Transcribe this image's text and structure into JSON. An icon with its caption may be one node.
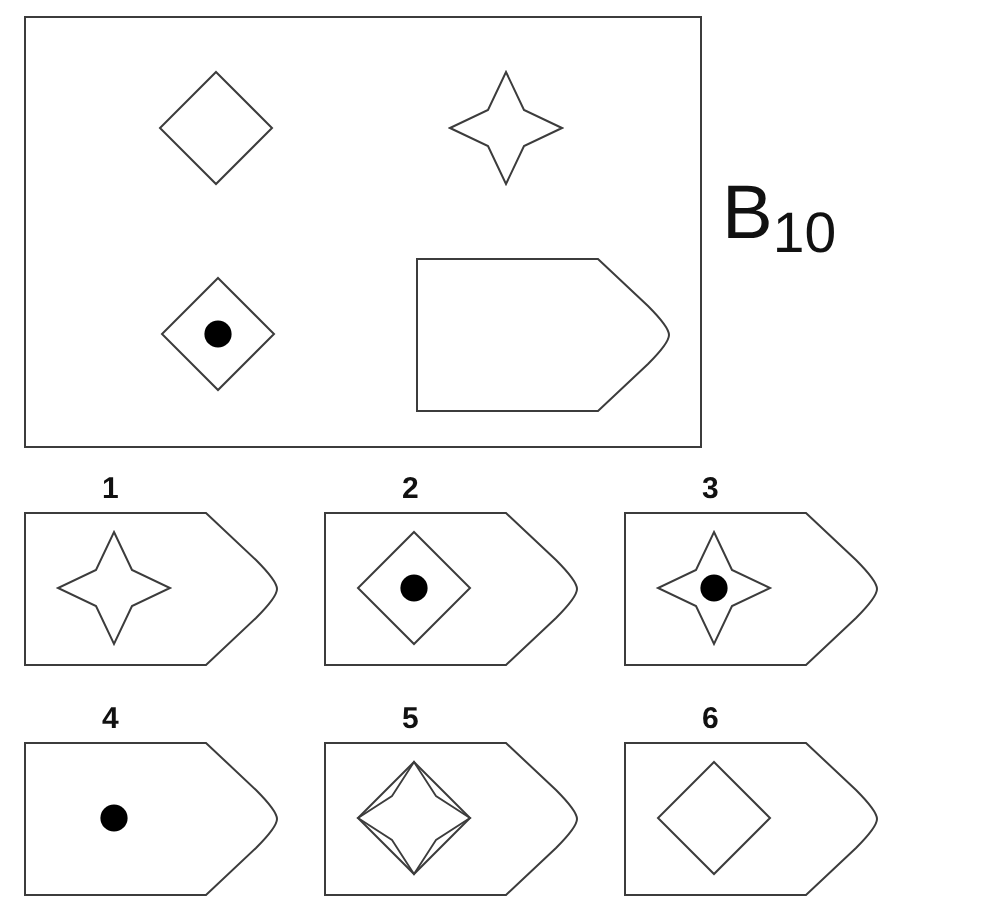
{
  "diagram": {
    "nodes": [
      {
        "text": [],
        "shape": "box"
      },
      {
        "text": [],
        "shape": "pentagon",
        "in": 0
      },
      {
        "text": [
          "1"
        ]
      },
      {
        "text": [
          "2"
        ]
      },
      {
        "text": [
          "3"
        ]
      },
      {
        "text": [
          "4"
        ]
      },
      {
        "text": [
          "5"
        ]
      },
      {
        "text": [
          "6"
        ]
      }
    ],
    "labels": [
      "B$_{10}$"
    ]
  }
}
